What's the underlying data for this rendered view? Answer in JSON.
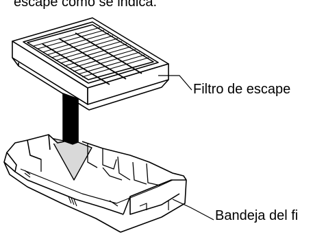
{
  "instruction_fragment": "escape como se indica.",
  "labels": {
    "exhaust_filter": "Filtro de escape",
    "filter_tray": "Bandeja del fi"
  },
  "colors": {
    "line": "#000000",
    "background": "#ffffff",
    "shade": "#d9d9d9",
    "arrow": "#000000"
  }
}
